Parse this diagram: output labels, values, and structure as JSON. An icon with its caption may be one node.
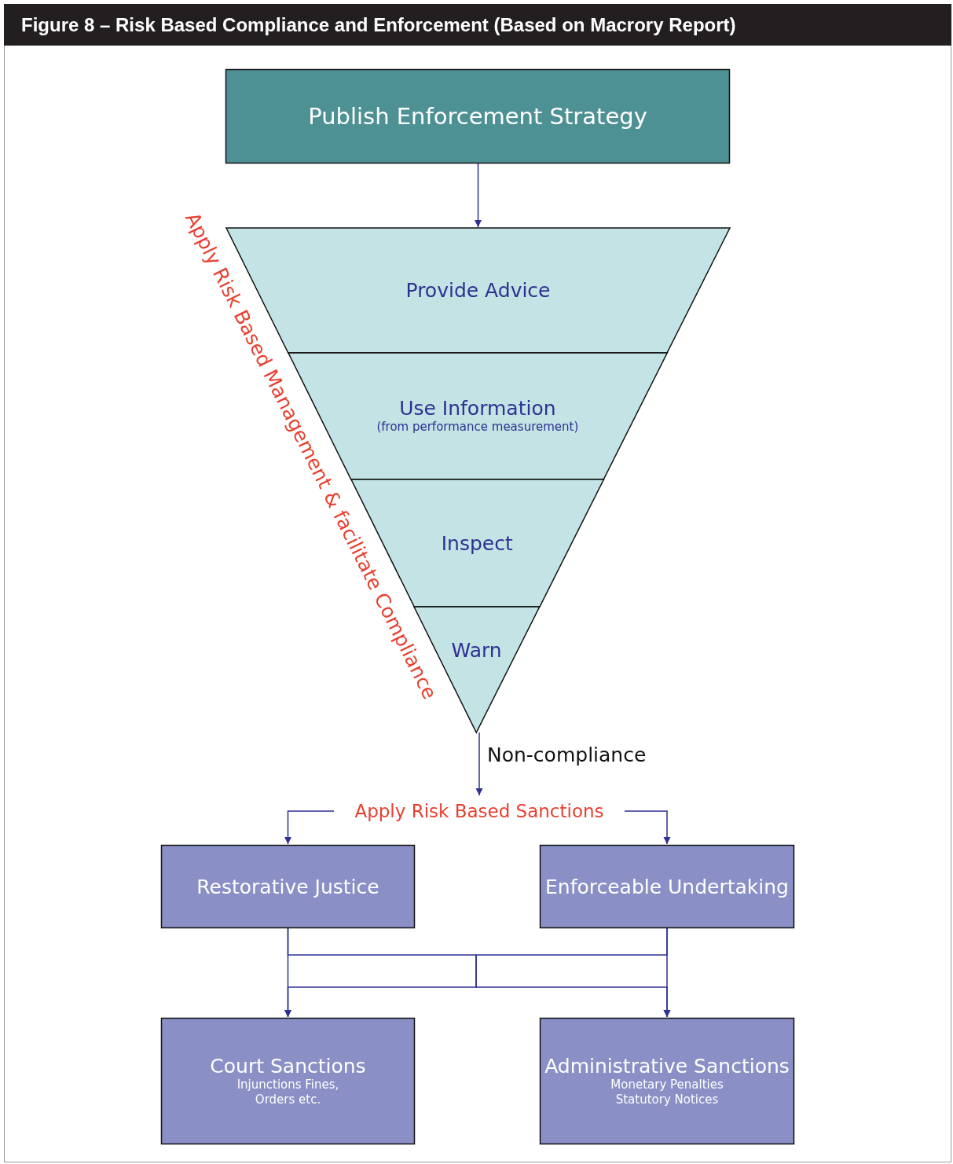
{
  "diagram": {
    "title": "Figure 8 – Risk Based Compliance and Enforcement (Based on Macrory Report)",
    "nodes": [
      {
        "text": [
          "Publish Enforcement Strategy"
        ]
      },
      {
        "text": [
          "Provide Advice"
        ]
      },
      {
        "text": [
          "Use Information",
          "(from performance measurement)"
        ]
      },
      {
        "text": [
          "Inspect"
        ]
      },
      {
        "text": [
          "Warn"
        ]
      },
      {
        "text": [
          "Apply Risk Based Sanctions"
        ]
      },
      {
        "text": [
          "Restorative Justice"
        ]
      },
      {
        "text": [
          "Enforceable Undertaking"
        ]
      },
      {
        "text": [
          "Court Sanctions",
          "Injunctions Fines, Orders etc."
        ]
      },
      {
        "text": [
          "Administrative Sanctions",
          "Monetary Penalties Statutory Notices"
        ]
      }
    ],
    "edges": [
      {
        "from": 0,
        "to": 1,
        "arrow": "to"
      },
      {
        "from": 4,
        "to": 5,
        "arrow": "to",
        "label": "Non-compliance"
      },
      {
        "from": 5,
        "to": 6,
        "arrow": "to"
      },
      {
        "from": 5,
        "to": 7,
        "arrow": "to"
      },
      {
        "from": 6,
        "to": 8,
        "arrow": "to"
      },
      {
        "from": 6,
        "to": 9,
        "arrow": "to"
      },
      {
        "from": 7,
        "to": 8,
        "arrow": "to"
      },
      {
        "from": 7,
        "to": 9,
        "arrow": "to"
      }
    ],
    "labels": [
      "Apply Risk Based Management & facilitate Compliance"
    ]
  }
}
